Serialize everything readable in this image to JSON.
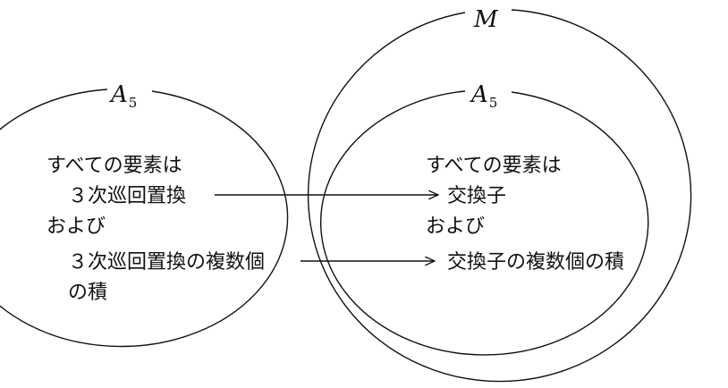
{
  "sets": {
    "m_label": "M",
    "a5_left_main": "A",
    "a5_left_sub": "5",
    "a5_right_main": "A",
    "a5_right_sub": "5"
  },
  "left": {
    "line1": "すべての要素は",
    "line2": "３次巡回置換",
    "line3": "および",
    "line4": "３次巡回置換の複数個",
    "line5": "の積"
  },
  "right": {
    "line1": "すべての要素は",
    "line2": "交換子",
    "line3": "および",
    "line4": "交換子の複数個の積"
  }
}
